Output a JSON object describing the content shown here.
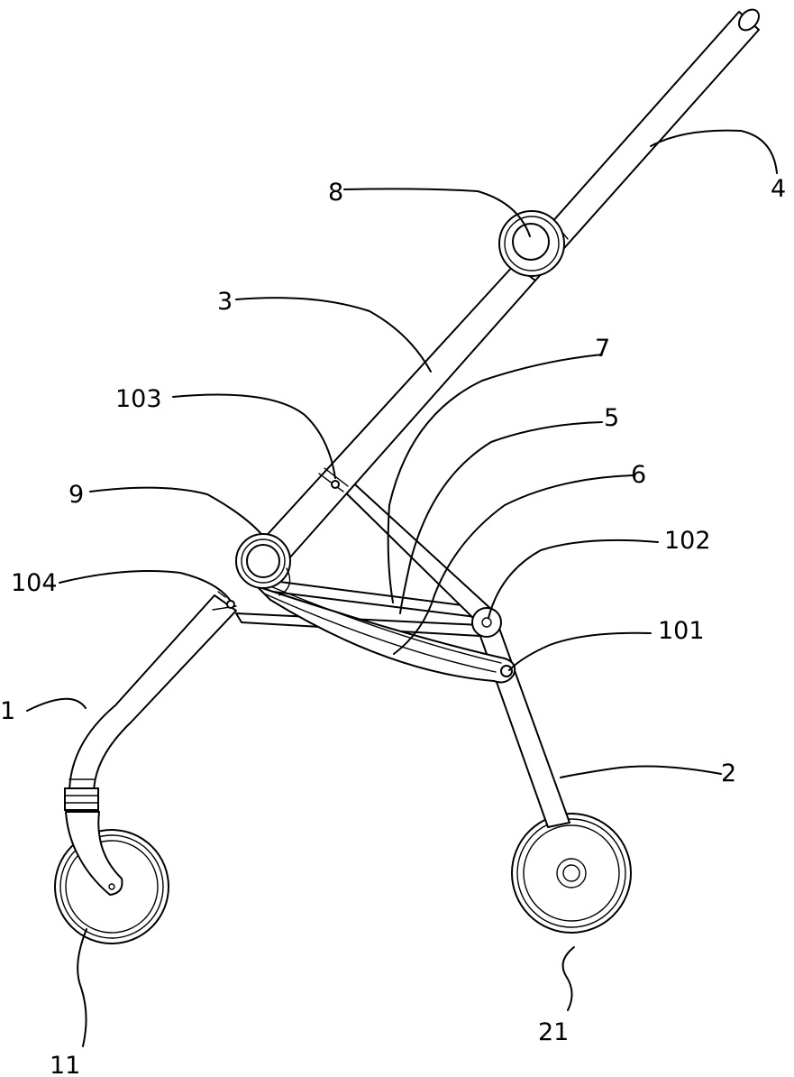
{
  "labels": {
    "l1": "1",
    "l2": "2",
    "l3": "3",
    "l4": "4",
    "l5": "5",
    "l6": "6",
    "l7": "7",
    "l8": "8",
    "l9": "9",
    "l11": "11",
    "l21": "21",
    "l101": "101",
    "l102": "102",
    "l103": "103",
    "l104": "104"
  }
}
